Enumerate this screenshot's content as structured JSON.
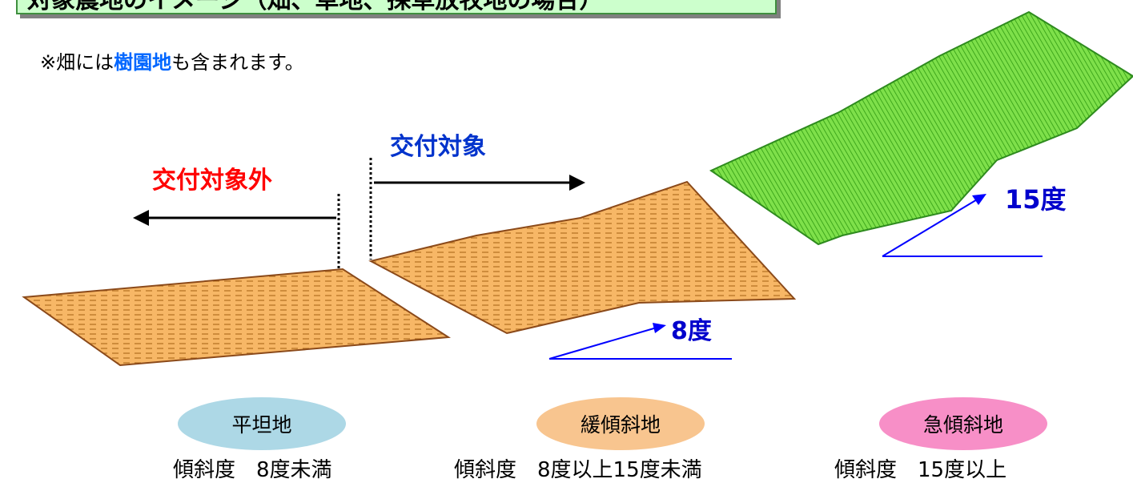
{
  "title": "対象農地のイメージ（畑、草地、採草放牧地の場合）",
  "note": {
    "prefix": "※畑には",
    "highlight": "樹園地",
    "suffix": "も含まれます。"
  },
  "labels": {
    "not_eligible": "交付対象外",
    "eligible": "交付対象",
    "angle_15": "15度",
    "angle_8": "8度"
  },
  "categories": [
    {
      "name": "平坦地",
      "description": "傾斜度　8度未満",
      "color": "#add8e6"
    },
    {
      "name": "緩傾斜地",
      "description": "傾斜度　8度以上15度未満",
      "color": "#f8c58f"
    },
    {
      "name": "急傾斜地",
      "description": "傾斜度　15度以上",
      "color": "#f78fc7"
    }
  ],
  "colors": {
    "title_bg": "#ccffcc",
    "field_orange": "#f5b55a",
    "field_green": "#66dd33",
    "arrow_black": "#000000",
    "angle_blue": "#0000ff",
    "not_eligible_text": "#ff0000",
    "eligible_text": "#0033cc"
  }
}
